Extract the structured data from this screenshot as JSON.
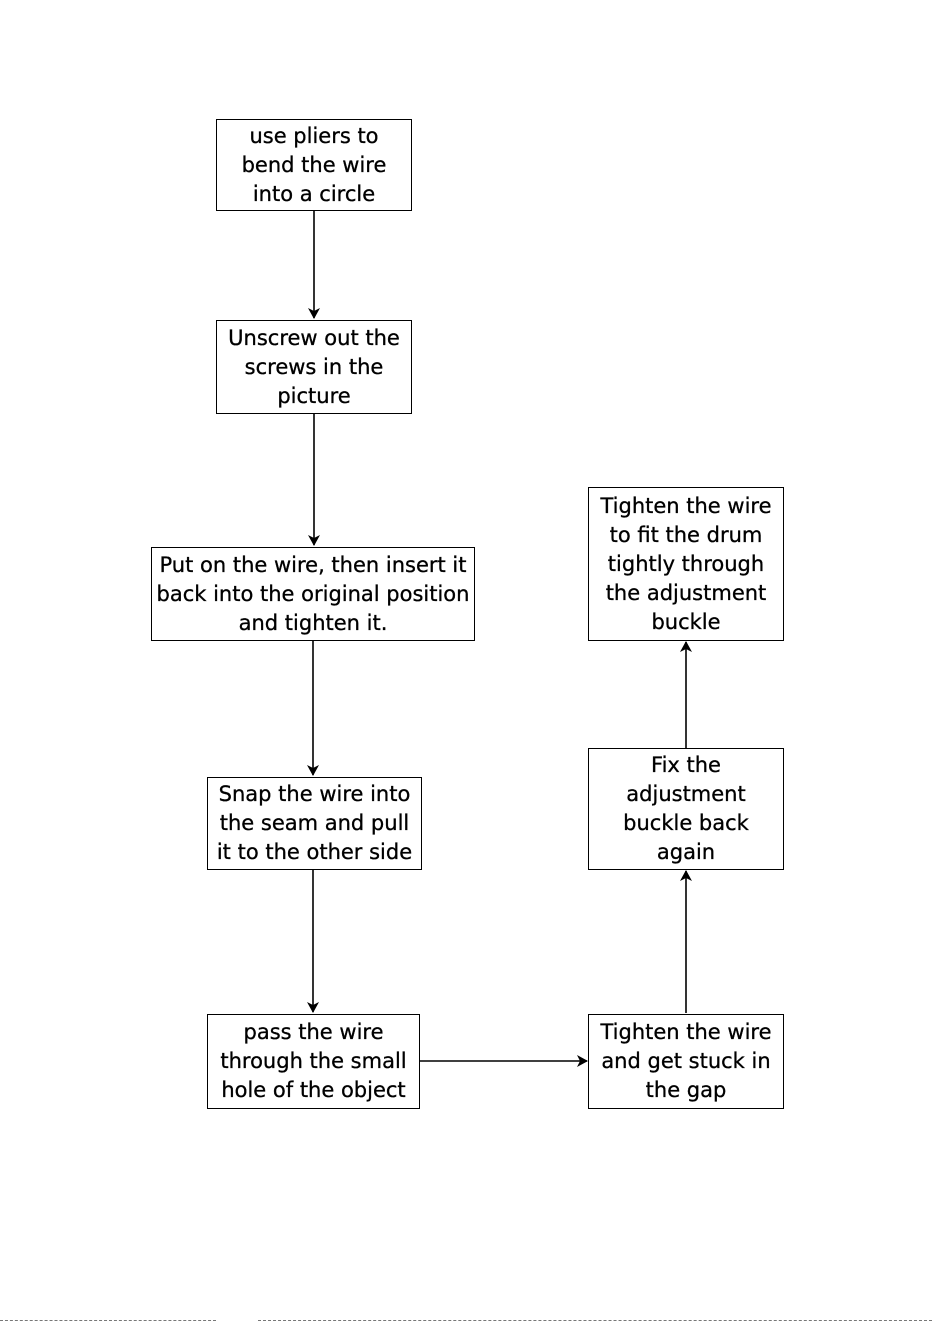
{
  "diagram": {
    "type": "flowchart",
    "steps": [
      {
        "id": "s1",
        "text": "use pliers to bend the wire into a circle"
      },
      {
        "id": "s2",
        "text": "Unscrew out the screws in the picture"
      },
      {
        "id": "s3",
        "text": "Put on the wire, then insert it back into the original position and tighten it."
      },
      {
        "id": "s4",
        "text": "Snap the wire into the seam and pull it to the other side"
      },
      {
        "id": "s5",
        "text": "pass the wire through the small hole of the object"
      },
      {
        "id": "s6",
        "text": "Tighten the wire and get stuck in the gap"
      },
      {
        "id": "s7",
        "text": "Fix the adjustment buckle back again"
      },
      {
        "id": "s8",
        "text": "Tighten the wire to fit the drum tightly through the adjustment buckle"
      }
    ],
    "connections": [
      {
        "from": "s1",
        "to": "s2"
      },
      {
        "from": "s2",
        "to": "s3"
      },
      {
        "from": "s3",
        "to": "s4"
      },
      {
        "from": "s4",
        "to": "s5"
      },
      {
        "from": "s5",
        "to": "s6"
      },
      {
        "from": "s6",
        "to": "s7"
      },
      {
        "from": "s7",
        "to": "s8"
      }
    ],
    "colors": {
      "stroke": "#000000",
      "fill": "#ffffff",
      "text": "#000000"
    }
  }
}
